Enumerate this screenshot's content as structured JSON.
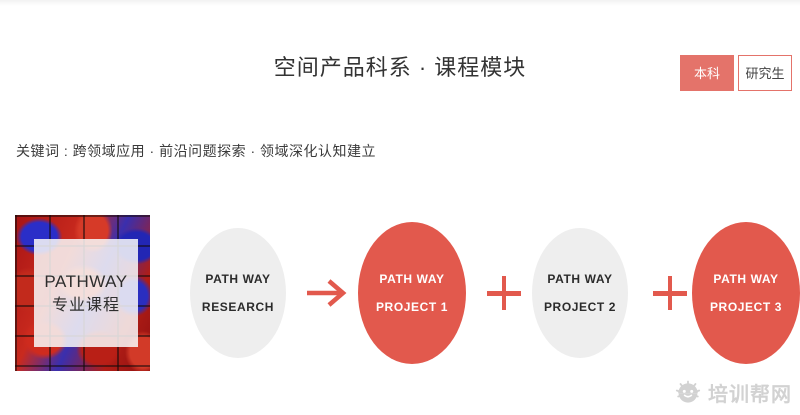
{
  "page": {
    "title": "空间产品科系 · 课程模块",
    "keywords": "关键词 : 跨领域应用 · 前沿问题探索 · 领域深化认知建立"
  },
  "segmented": {
    "options": [
      {
        "label": "本科",
        "state": "active"
      },
      {
        "label": "研究生",
        "state": "inactive"
      }
    ]
  },
  "cover": {
    "title_en": "PATHWAY",
    "title_cn": "专业课程"
  },
  "flow": {
    "nodes": [
      {
        "id": "research",
        "line1": "PATH WAY",
        "line2": "RESEARCH",
        "style": "gray"
      },
      {
        "id": "project1",
        "line1": "PATH WAY",
        "line2": "PROJECT 1",
        "style": "red"
      },
      {
        "id": "project2",
        "line1": "PATH WAY",
        "line2": "PROJECT 2",
        "style": "gray"
      },
      {
        "id": "project3",
        "line1": "PATH WAY",
        "line2": "PROJECT 3",
        "style": "red"
      }
    ],
    "connectors": [
      {
        "id": "arrow",
        "glyph": "→"
      },
      {
        "id": "plus1",
        "glyph": "+"
      },
      {
        "id": "plus2",
        "glyph": "+"
      }
    ]
  },
  "watermark": {
    "text": "培训帮网",
    "icon": "sun-face-icon"
  },
  "colors": {
    "accent_red": "#e2594d",
    "button_red": "#e4736a",
    "node_gray": "#eeeeee",
    "text_dark": "#333333",
    "watermark_gray": "#b8b8b8"
  }
}
